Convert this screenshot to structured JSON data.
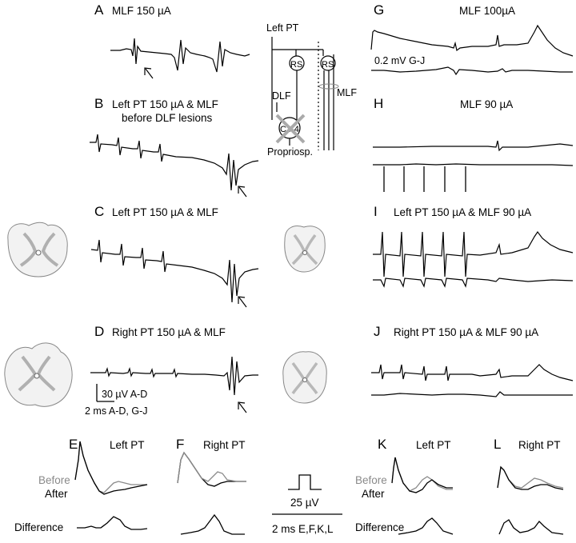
{
  "panels": {
    "A": {
      "letter": "A",
      "title": "MLF 150 µA"
    },
    "B": {
      "letter": "B",
      "title_line1": "Left PT 150 µA & MLF",
      "title_line2": "before DLF lesions"
    },
    "C": {
      "letter": "C",
      "title": "Left PT 150 µA & MLF"
    },
    "D": {
      "letter": "D",
      "title": "Right PT 150 µA & MLF"
    },
    "E": {
      "letter": "E",
      "title": "Left PT"
    },
    "F": {
      "letter": "F",
      "title": "Right PT"
    },
    "G": {
      "letter": "G",
      "title": "MLF 100µA"
    },
    "H": {
      "letter": "H",
      "title": "MLF 90 µA"
    },
    "I": {
      "letter": "I",
      "title": "Left PT 150 µA & MLF 90 µA"
    },
    "J": {
      "letter": "J",
      "title": "Right PT 150 µA & MLF 90 µA"
    },
    "K": {
      "letter": "K",
      "title": "Left PT"
    },
    "L": {
      "letter": "L",
      "title": "Right PT"
    }
  },
  "diagram": {
    "left_pt": "Left PT",
    "rs": "RS",
    "dlf": "DLF",
    "mlf": "MLF",
    "c34": "C3-4",
    "propriosp": "Propriosp."
  },
  "legend": {
    "before": "Before",
    "after": "After",
    "difference": "Difference"
  },
  "scales": {
    "voltage_ad": "30 µV A-D",
    "time_ad_gj": "2 ms A-D, G-J",
    "voltage_gj": "0.2 mV G-J",
    "voltage_efkl": "25 µV",
    "time_efkl": "2 ms E,F,K,L"
  },
  "colors": {
    "trace": "#000000",
    "before_trace": "#8a8a8a",
    "tissue": "#d0d0d0"
  }
}
